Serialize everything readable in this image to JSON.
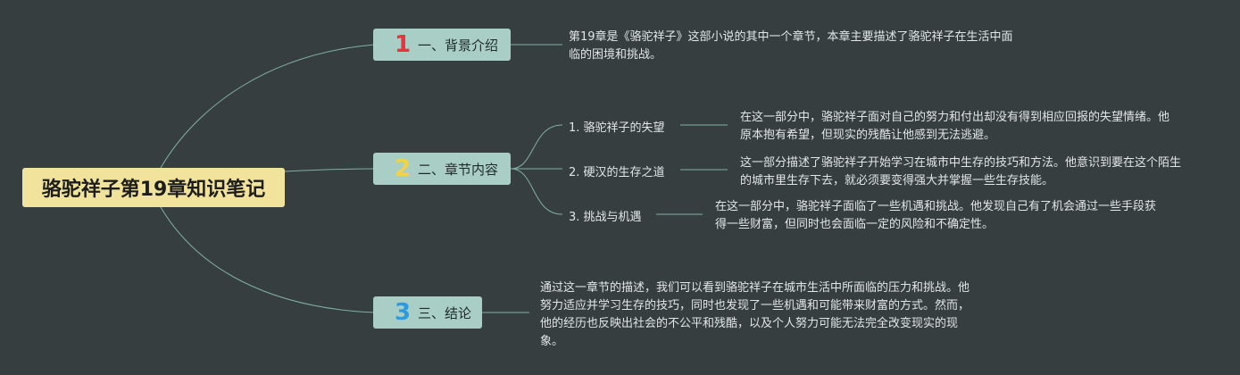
{
  "root": {
    "title": "骆驼祥子第19章知识笔记"
  },
  "colors": {
    "background": "#373e40",
    "root_fill": "#f1e39b",
    "branch_fill": "#a9cec5",
    "link": "#7fb0a6",
    "num1": "#e8353d",
    "num2": "#f2d24a",
    "num3": "#2c9be0"
  },
  "branches": [
    {
      "number": "1",
      "label": "一、背景介绍",
      "description": "第19章是《骆驼祥子》这部小说的其中一个章节，本章主要描述了骆驼祥子在生活中面临的困境和挑战。"
    },
    {
      "number": "2",
      "label": "二、章节内容",
      "children": [
        {
          "label": "1. 骆驼祥子的失望",
          "description": "在这一部分中，骆驼祥子面对自己的努力和付出却没有得到相应回报的失望情绪。他原本抱有希望，但现实的残酷让他感到无法逃避。"
        },
        {
          "label": "2. 硬汉的生存之道",
          "description": "这一部分描述了骆驼祥子开始学习在城市中生存的技巧和方法。他意识到要在这个陌生的城市里生存下去，就必须要变得强大并掌握一些生存技能。"
        },
        {
          "label": "3. 挑战与机遇",
          "description": "在这一部分中，骆驼祥子面临了一些机遇和挑战。他发现自己有了机会通过一些手段获得一些财富，但同时也会面临一定的风险和不确定性。"
        }
      ]
    },
    {
      "number": "3",
      "label": "三、结论",
      "description": "通过这一章节的描述，我们可以看到骆驼祥子在城市生活中所面临的压力和挑战。他努力适应并学习生存的技巧，同时也发现了一些机遇和可能带来财富的方式。然而，他的经历也反映出社会的不公平和残酷，以及个人努力可能无法完全改变现实的现象。"
    }
  ]
}
